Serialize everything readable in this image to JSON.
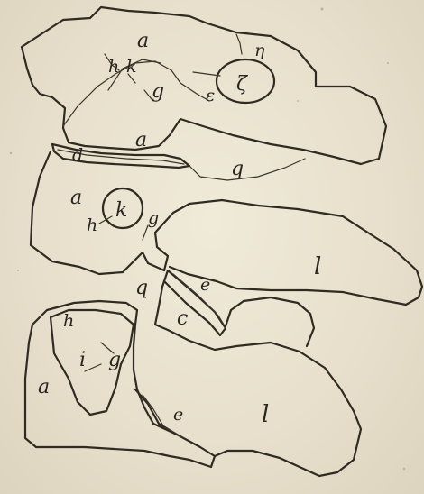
{
  "figure": {
    "labels": {
      "a_top": "a",
      "h_top": "h",
      "k_top": "k",
      "g_top": "g",
      "eta": "η",
      "zeta": "ζ",
      "epsilon": "ε",
      "a_mid_upper": "a",
      "d": "d",
      "q_upper": "q",
      "a_left": "a",
      "k_mid": "k",
      "h_mid": "h",
      "g_mid": "g",
      "l_upper": "l",
      "q_lower": "q",
      "e_upper": "e",
      "c": "c",
      "h_low": "h",
      "i": "i",
      "g_low": "g",
      "a_low": "a",
      "e_lower": "e",
      "l_lower": "l"
    }
  }
}
